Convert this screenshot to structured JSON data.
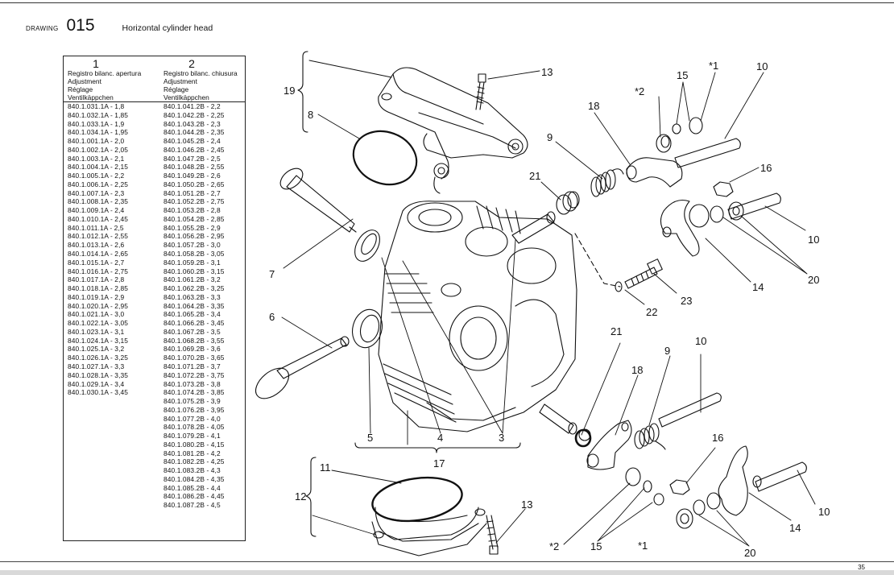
{
  "header": {
    "label": "DRAWING",
    "number": "015",
    "title": "Horizontal cylinder head"
  },
  "table": {
    "col1": {
      "number": "1",
      "heading": [
        "Registro bilanc. apertura",
        "Adjustment",
        "Réglage",
        "Ventilkäppchen"
      ],
      "rows": [
        "840.1.031.1A - 1,8",
        "840.1.032.1A - 1,85",
        "840.1.033.1A - 1,9",
        "840.1.034.1A - 1,95",
        "840.1.001.1A - 2,0",
        "840.1.002.1A - 2,05",
        "840.1.003.1A - 2,1",
        "840.1.004.1A - 2,15",
        "840.1.005.1A - 2,2",
        "840.1.006.1A - 2,25",
        "840.1.007.1A - 2,3",
        "840.1.008.1A - 2,35",
        "840.1.009.1A - 2,4",
        "840.1.010.1A - 2,45",
        "840.1.011.1A - 2,5",
        "840.1.012.1A - 2,55",
        "840.1.013.1A - 2,6",
        "840.1.014.1A - 2,65",
        "840.1.015.1A - 2,7",
        "840.1.016.1A - 2,75",
        "840.1.017.1A - 2,8",
        "840.1.018.1A - 2,85",
        "840.1.019.1A - 2,9",
        "840.1.020.1A - 2,95",
        "840.1.021.1A - 3,0",
        "840.1.022.1A - 3,05",
        "840.1.023.1A - 3,1",
        "840.1.024.1A - 3,15",
        "840.1.025.1A - 3,2",
        "840.1.026.1A - 3,25",
        "840.1.027.1A - 3,3",
        "840.1.028.1A - 3,35",
        "840.1.029.1A - 3,4",
        "840.1.030.1A - 3,45"
      ]
    },
    "col2": {
      "number": "2",
      "heading": [
        "Registro bilanc. chiusura",
        "Adjustment",
        "Réglage",
        "Ventilkäppchen"
      ],
      "rows": [
        "840.1.041.2B - 2,2",
        "840.1.042.2B - 2,25",
        "840.1.043.2B - 2,3",
        "840.1.044.2B - 2,35",
        "840.1.045.2B - 2,4",
        "840.1.046.2B - 2,45",
        "840.1.047.2B - 2,5",
        "840.1.048.2B - 2,55",
        "840.1.049.2B - 2,6",
        "840.1.050.2B - 2,65",
        "840.1.051.2B - 2,7",
        "840.1.052.2B - 2,75",
        "840.1.053.2B - 2,8",
        "840.1.054.2B - 2,85",
        "840.1.055.2B - 2,9",
        "840.1.056.2B - 2,95",
        "840.1.057.2B - 3,0",
        "840.1.058.2B - 3,05",
        "840.1.059.2B - 3,1",
        "840.1.060.2B - 3,15",
        "840.1.061.2B - 3,2",
        "840.1.062.2B - 3,25",
        "840.1.063.2B - 3,3",
        "840.1.064.2B - 3,35",
        "840.1.065.2B - 3,4",
        "840.1.066.2B - 3,45",
        "840.1.067.2B - 3,5",
        "840.1.068.2B - 3,55",
        "840.1.069.2B - 3,6",
        "840.1.070.2B - 3,65",
        "840.1.071.2B - 3,7",
        "840.1.072.2B - 3,75",
        "840.1.073.2B - 3,8",
        "840.1.074.2B - 3,85",
        "840.1.075.2B - 3,9",
        "840.1.076.2B - 3,95",
        "840.1.077.2B - 4,0",
        "840.1.078.2B - 4,05",
        "840.1.079.2B - 4,1",
        "840.1.080.2B - 4,15",
        "840.1.081.2B - 4,2",
        "840.1.082.2B - 4,25",
        "840.1.083.2B - 4,3",
        "840.1.084.2B - 4,35",
        "840.1.085.2B - 4,4",
        "840.1.086.2B - 4,45",
        "840.1.087.2B - 4,5"
      ]
    }
  },
  "callouts": {
    "c1a": "*1",
    "c2a": "*2",
    "c3": "3",
    "c4": "4",
    "c5": "5",
    "c6": "6",
    "c7": "7",
    "c8": "8",
    "c9a": "9",
    "c9b": "9",
    "c10a": "10",
    "c10b": "10",
    "c10c": "10",
    "c10d": "10",
    "c11": "11",
    "c12": "12",
    "c13a": "13",
    "c13b": "13",
    "c14a": "14",
    "c14b": "14",
    "c15a": "15",
    "c15b": "15",
    "c16a": "16",
    "c16b": "16",
    "c17": "17",
    "c18a": "18",
    "c18b": "18",
    "c19": "19",
    "c20a": "20",
    "c20b": "20",
    "c21a": "21",
    "c21b": "21",
    "c22": "22",
    "c23": "23",
    "c1b": "*1",
    "c2b": "*2"
  },
  "footer": {
    "page": "35"
  }
}
